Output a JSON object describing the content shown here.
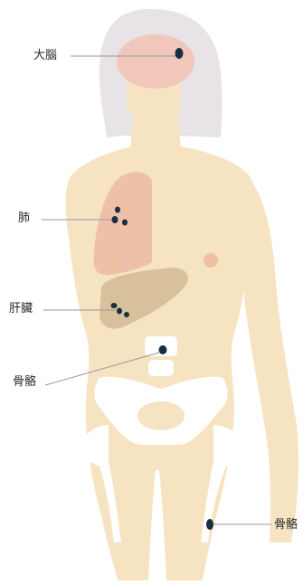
{
  "labels": {
    "brain": "大腦",
    "lung": "肺",
    "liver": "肝臟",
    "bone_spine": "骨骼",
    "bone_leg": "骨骼"
  },
  "colors": {
    "skin": "#f6e3c1",
    "hair": "#e7e3e6",
    "brain": "#f1c7bb",
    "lung": "#efc0a8",
    "liver": "#d9c09c",
    "nipple": "#eec1a0",
    "bone": "#ffffff",
    "tumor": "#173041",
    "leader_line": "#9a9a9a"
  }
}
